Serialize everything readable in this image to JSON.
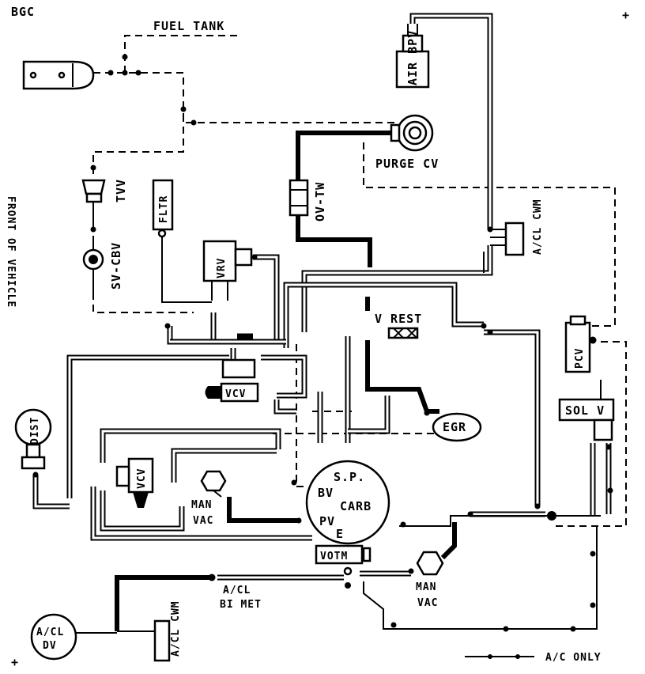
{
  "diagram": {
    "corner_label": "BGC",
    "registration_mark": "+",
    "side_label": "FRONT OF VEHICLE",
    "legend_text": "A/C ONLY",
    "labels": {
      "fuel_tank": "FUEL TANK",
      "purge_cv": "PURGE CV",
      "ov_tw": "OV-TW",
      "air_bpv": "AIR BPV",
      "tvv": "TVV",
      "sv_cbv": "SV-CBV",
      "fltr": "FLTR",
      "vrv": "VRV",
      "acl_cwm_top": "A/CL CWM",
      "v_rest": "V REST",
      "pcv": "PCV",
      "vcv_mid": "VCV",
      "dist": "DIST",
      "egr": "EGR",
      "sol_v": "SOL V",
      "vcv_left": "VCV",
      "sp": "S.P.",
      "bv": "BV",
      "carb": "CARB",
      "pv": "PV",
      "e": "E",
      "man_vac_left": "MAN VAC",
      "votm": "VOTM",
      "man_vac_right": "MAN VAC",
      "acl_bimet": "A/CL BI MET",
      "acl_dv": "A/CL DV",
      "acl_cwm_bottom": "A/CL CWM"
    }
  }
}
